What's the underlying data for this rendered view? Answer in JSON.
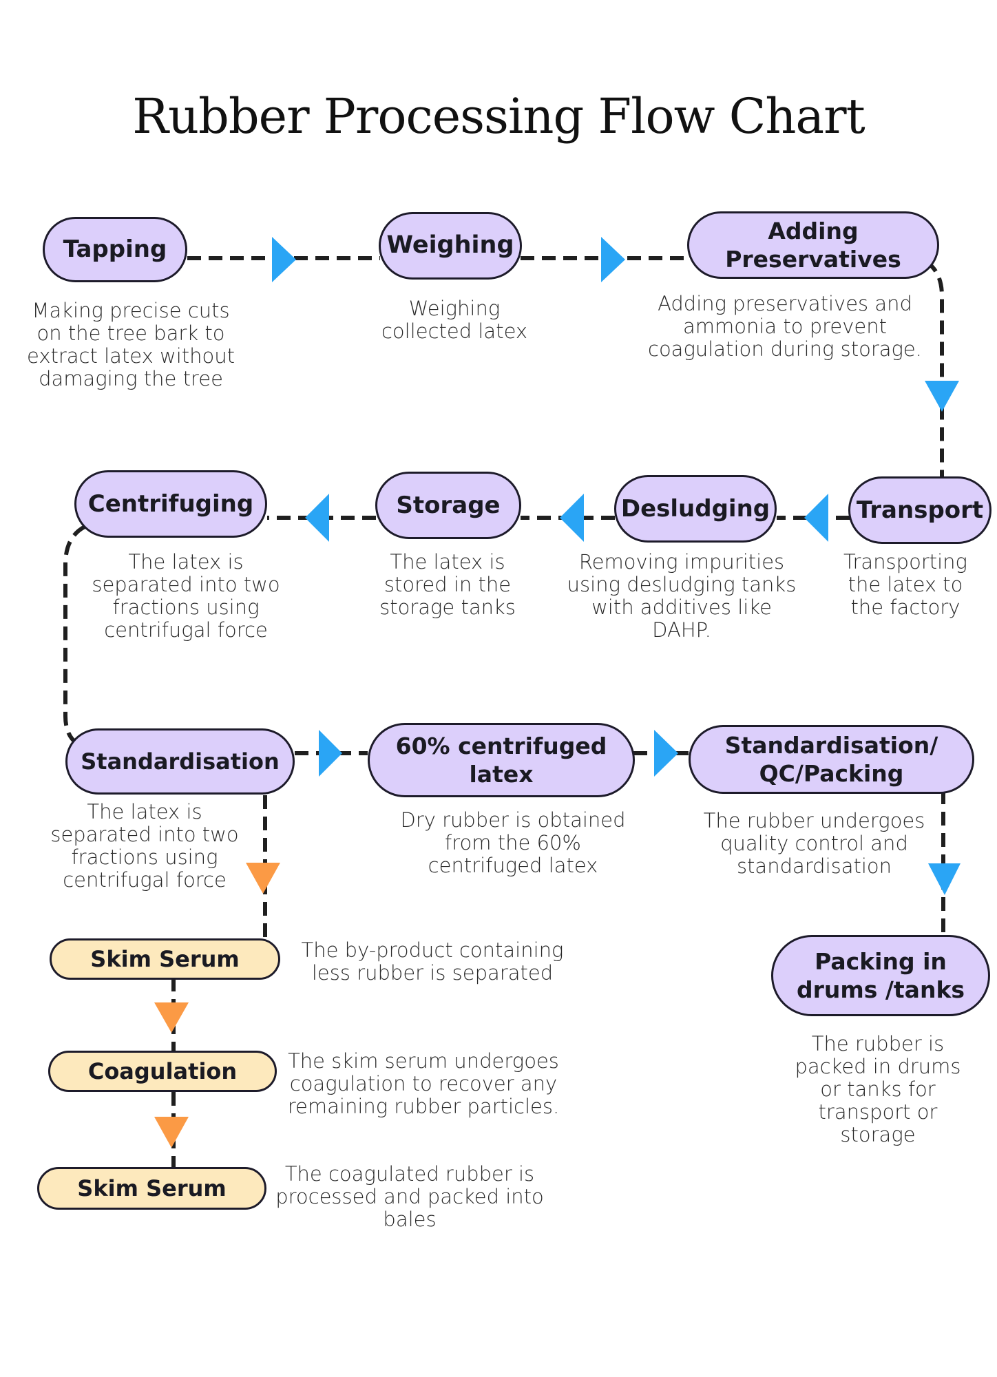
{
  "title": "Rubber Processing Flow Chart",
  "colors": {
    "main_node_fill": "#dccffb",
    "side_node_fill": "#fde9bd",
    "outline": "#1d1b2a",
    "arrow_main": "#2aa5f5",
    "arrow_side": "#fb9a45",
    "connector": "#1f1f1f"
  },
  "steps": [
    {
      "id": "tapping",
      "label": "Tapping",
      "description": "Making precise cuts\non the tree bark to\nextract latex without\ndamaging the tree"
    },
    {
      "id": "weighing",
      "label": "Weighing",
      "description": "Weighing\ncollected latex"
    },
    {
      "id": "adding-preservatives",
      "label": "Adding\nPreservatives",
      "description": "Adding preservatives and\nammonia to prevent\ncoagulation during storage."
    },
    {
      "id": "transport",
      "label": "Transport",
      "description": "Transporting\nthe latex to\nthe factory"
    },
    {
      "id": "desludging",
      "label": "Desludging",
      "description": "Removing impurities\nusing desludging tanks\nwith additives like\nDAHP."
    },
    {
      "id": "storage",
      "label": "Storage",
      "description": "The latex is\nstored in the\nstorage tanks"
    },
    {
      "id": "centrifuging",
      "label": "Centrifuging",
      "description": "The latex is\nseparated into two\nfractions using\ncentrifugal force"
    },
    {
      "id": "standardisation",
      "label": "Standardisation",
      "description": "The latex is\nseparated into two\nfractions using\ncentrifugal force"
    },
    {
      "id": "centrifuged-latex",
      "label": "60% centrifuged\nlatex",
      "description": "Dry rubber is obtained\nfrom the 60%\ncentrifuged latex"
    },
    {
      "id": "qc-packing",
      "label": "Standardisation/\nQC/Packing",
      "description": "The rubber undergoes\nquality control and\nstandardisation"
    },
    {
      "id": "packing-drums",
      "label": "Packing in\ndrums /tanks",
      "description": "The rubber is\npacked in drums\nor tanks for\ntransport or\nstorage"
    },
    {
      "id": "skim-serum",
      "label": "Skim Serum",
      "description": "The by-product containing\nless rubber is separated"
    },
    {
      "id": "coagulation",
      "label": "Coagulation",
      "description": "The skim serum undergoes\ncoagulation to recover any\nremaining rubber particles."
    },
    {
      "id": "skim-serum-final",
      "label": "Skim Serum",
      "description": "The coagulated rubber is\nprocessed and packed into\nbales"
    }
  ]
}
